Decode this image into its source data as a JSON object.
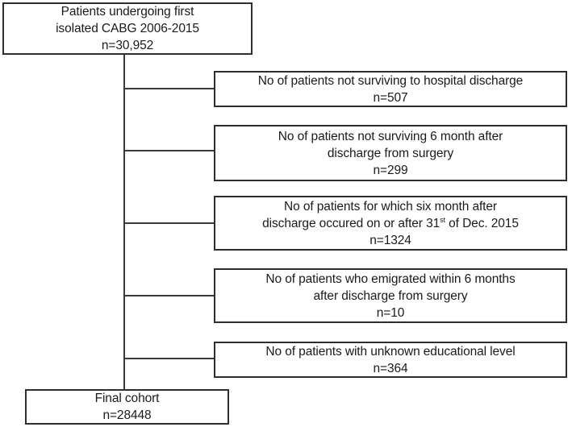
{
  "colors": {
    "line": "#3a3a3a",
    "border": "#2e2e2e",
    "text": "#1a1a1a",
    "background": "#ffffff"
  },
  "flowchart": {
    "top_box": {
      "line1": "Patients undergoing first",
      "line2": "isolated CABG 2006-2015",
      "line3": "n=30,952"
    },
    "excl1": {
      "line1": "No of patients not surviving to hospital discharge",
      "line2": "n=507"
    },
    "excl2": {
      "line1": "No of patients not surviving 6 month after",
      "line2": "discharge from surgery",
      "line3": "n=299"
    },
    "excl3": {
      "line1": "No of patients for which six month after",
      "line2_pre": "discharge occured on or after 31",
      "line2_sup": "st",
      "line2_post": " of Dec. 2015",
      "line3": "n=1324"
    },
    "excl4": {
      "line1": "No of patients who emigrated within 6 months",
      "line2": "after discharge from surgery",
      "line3": "n=10"
    },
    "excl5": {
      "line1": "No of patients with unknown educational level",
      "line2": "n=364"
    },
    "final_box": {
      "line1": "Final cohort",
      "line2": "n=28448"
    }
  }
}
